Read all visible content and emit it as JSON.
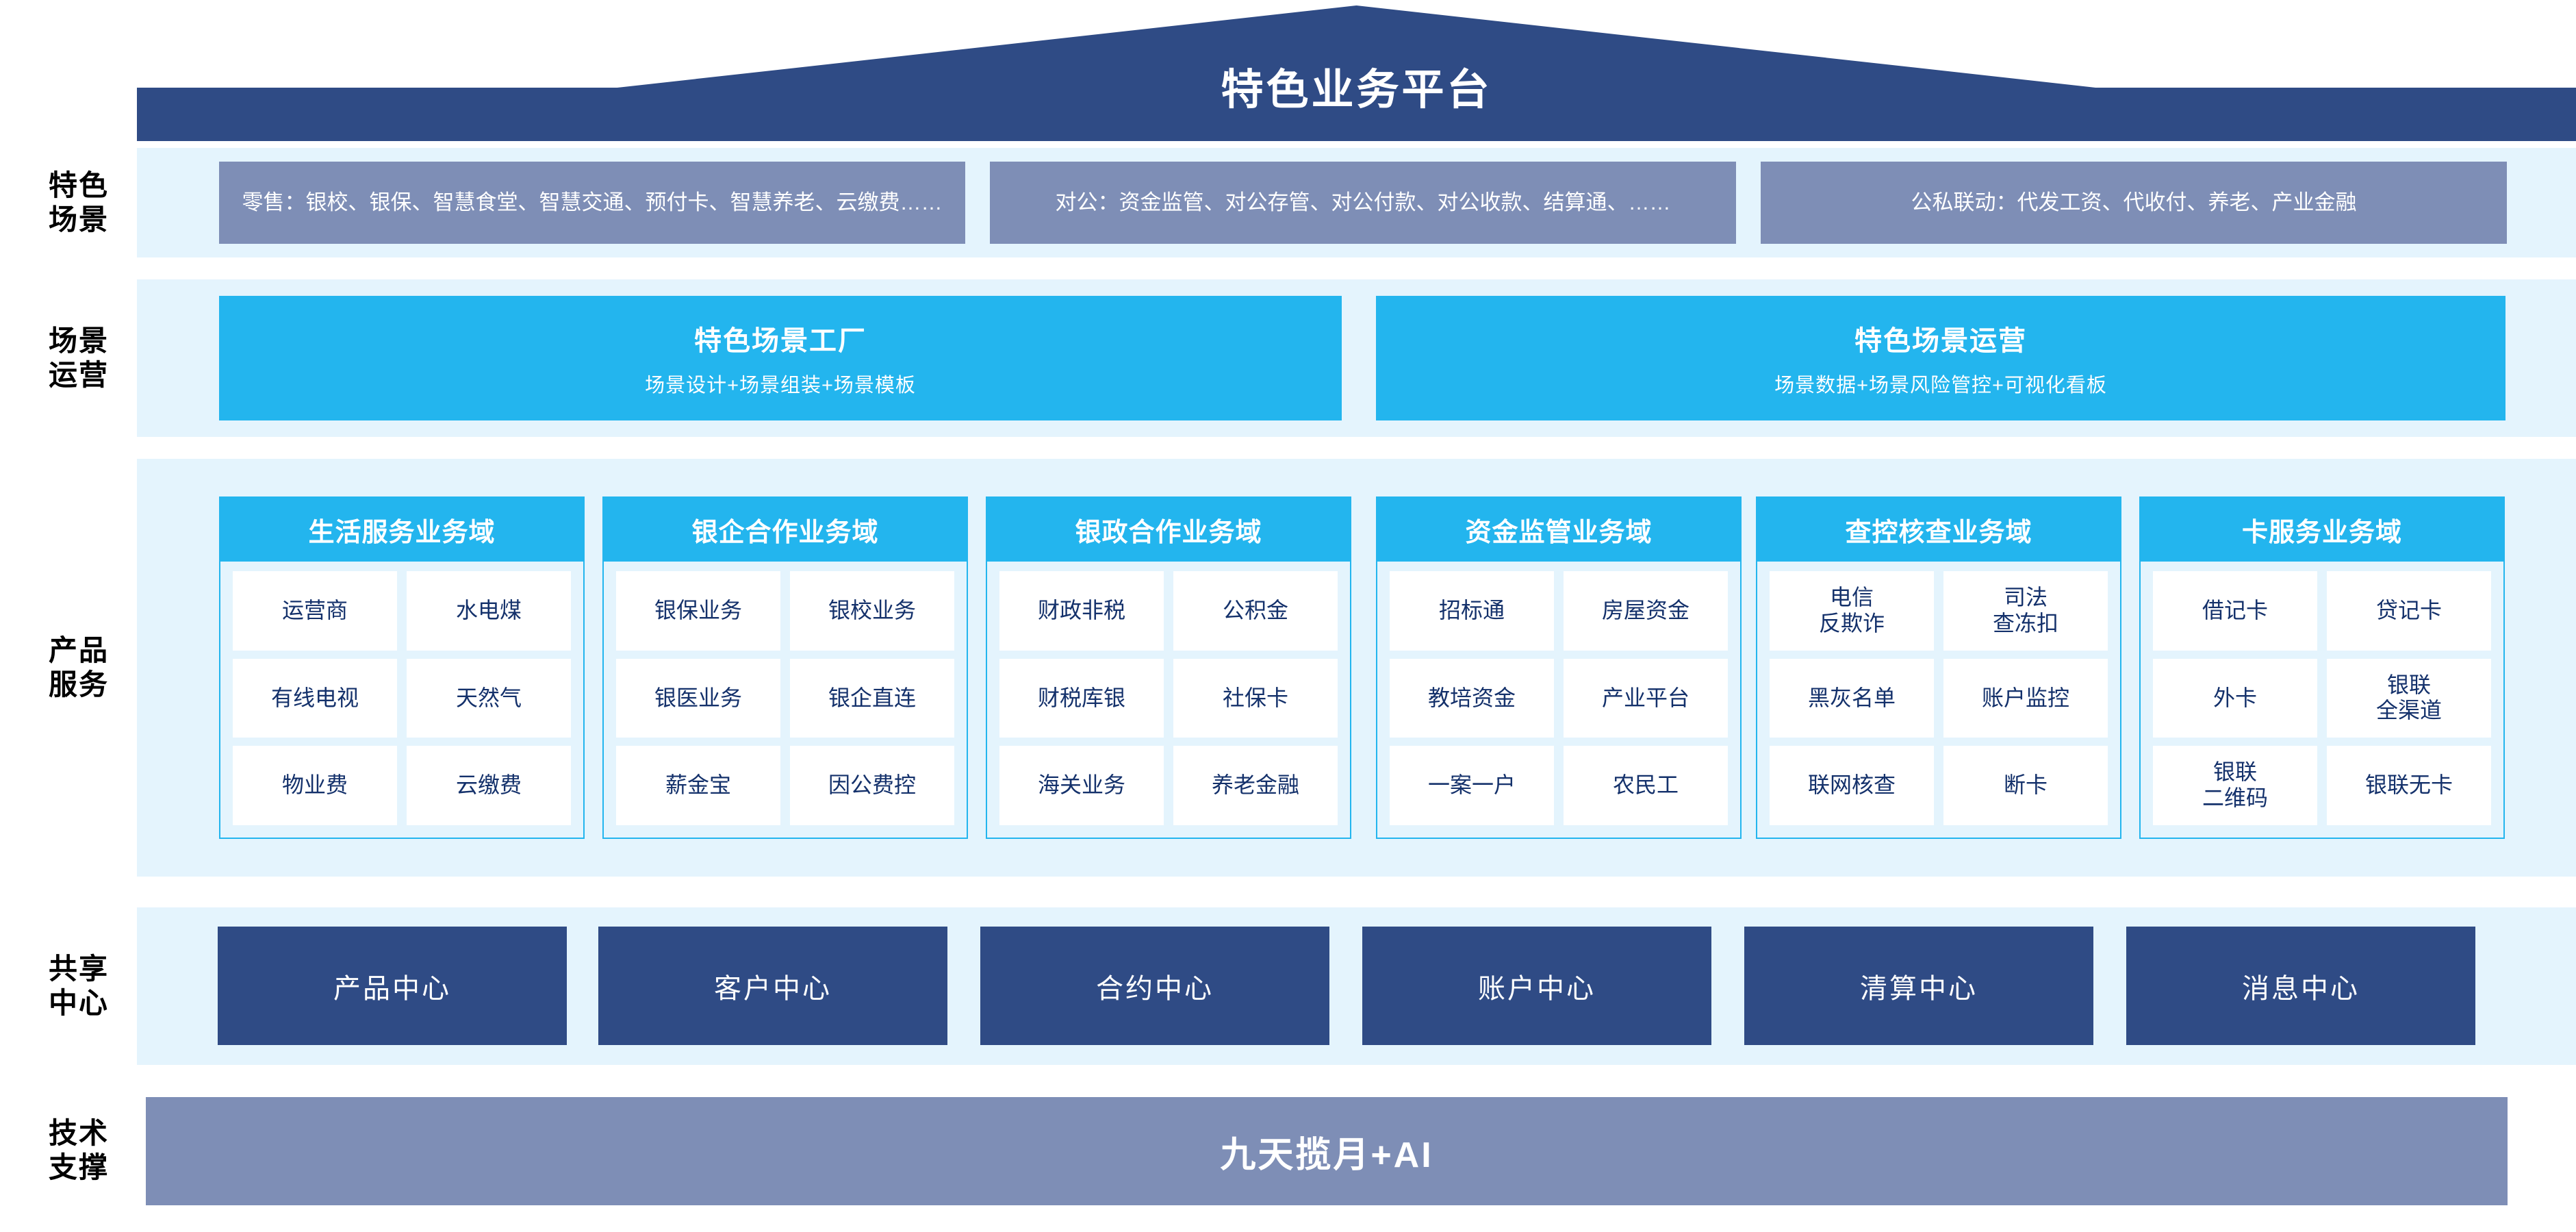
{
  "header": {
    "title": "特色业务平台"
  },
  "rows": {
    "scenarios_label": "特色\n场景",
    "operations_label": "场景\n运营",
    "products_label": "产品\n服务",
    "shared_label": "共享\n中心",
    "tech_label": "技术\n支撑"
  },
  "scenarios": [
    {
      "name": "retail",
      "text": "零售：银校、银保、智慧食堂、智慧交通、预付卡、智慧养老、云缴费……"
    },
    {
      "name": "corporate",
      "text": "对公：资金监管、对公存管、对公付款、对公收款、结算通、……"
    },
    {
      "name": "public-private",
      "text": "公私联动：代发工资、代收付、养老、产业金融"
    }
  ],
  "operations": [
    {
      "title": "特色场景工厂",
      "subtitle": "场景设计+场景组装+场景模板"
    },
    {
      "title": "特色场景运营",
      "subtitle": "场景数据+场景风险管控+可视化看板"
    }
  ],
  "domains": [
    {
      "title": "生活服务业务域",
      "items": [
        "运营商",
        "水电煤",
        "有线电视",
        "天然气",
        "物业费",
        "云缴费"
      ]
    },
    {
      "title": "银企合作业务域",
      "items": [
        "银保业务",
        "银校业务",
        "银医业务",
        "银企直连",
        "薪金宝",
        "因公费控"
      ]
    },
    {
      "title": "银政合作业务域",
      "items": [
        "财政非税",
        "公积金",
        "财税库银",
        "社保卡",
        "海关业务",
        "养老金融"
      ]
    },
    {
      "title": "资金监管业务域",
      "items": [
        "招标通",
        "房屋资金",
        "教培资金",
        "产业平台",
        "一案一户",
        "农民工"
      ]
    },
    {
      "title": "查控核查业务域",
      "items": [
        "电信\n反欺诈",
        "司法\n查冻扣",
        "黑灰名单",
        "账户监控",
        "联网核查",
        "断卡"
      ]
    },
    {
      "title": "卡服务业务域",
      "items": [
        "借记卡",
        "贷记卡",
        "外卡",
        "银联\n全渠道",
        "银联\n二维码",
        "银联无卡"
      ]
    }
  ],
  "shared_centers": [
    "产品中心",
    "客户中心",
    "合约中心",
    "账户中心",
    "清算中心",
    "消息中心"
  ],
  "tech_support": {
    "label": "九天揽月+AI"
  },
  "colors": {
    "roof_navy": "#2F4B85",
    "band_bg": "#E4F4FD",
    "scenario_slate": "#7E8EB6",
    "cyan": "#23B5EE",
    "center_navy": "#2F4B85",
    "item_text": "#14316B"
  }
}
